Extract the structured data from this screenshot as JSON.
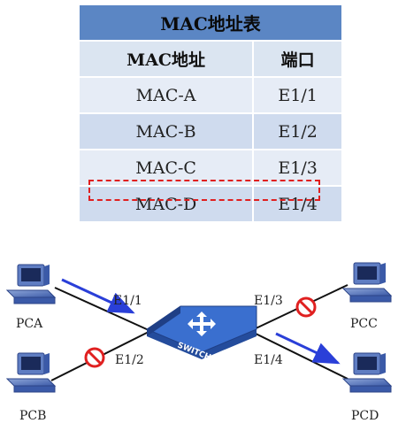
{
  "table": {
    "title": "MAC地址表",
    "headers": [
      "MAC地址",
      "端口"
    ],
    "rows": [
      {
        "mac": "MAC-A",
        "port": "E1/1"
      },
      {
        "mac": "MAC-B",
        "port": "E1/2"
      },
      {
        "mac": "MAC-C",
        "port": "E1/3"
      },
      {
        "mac": "MAC-D",
        "port": "E1/4"
      }
    ],
    "highlighted_row": "MAC-D"
  },
  "diagram": {
    "switch_label": "SWITCH",
    "hosts": {
      "pca": "PCA",
      "pcb": "PCB",
      "pcc": "PCC",
      "pcd": "PCD"
    },
    "ports": {
      "p1": "E1/1",
      "p2": "E1/2",
      "p3": "E1/3",
      "p4": "E1/4"
    },
    "colors": {
      "accent_blue": "#2a3fd8",
      "blocked_red": "#e02020",
      "switch_blue": "#3a6fcf"
    }
  }
}
